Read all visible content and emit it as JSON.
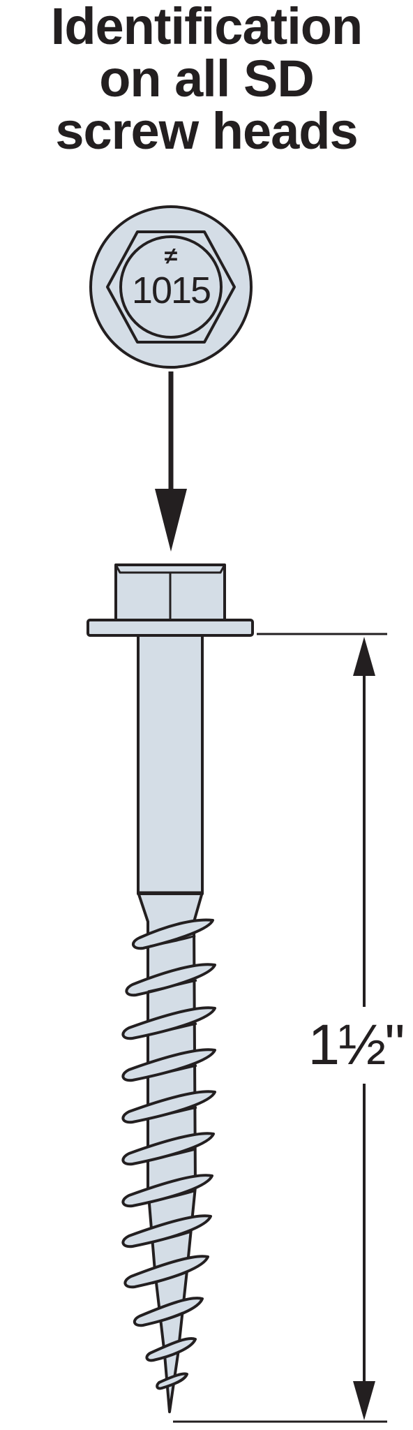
{
  "heading": {
    "line1": "Identification",
    "line2": "on all SD",
    "line3": "screw heads"
  },
  "head_stamp": {
    "symbol": "≠",
    "code": "1015"
  },
  "dimension": {
    "length_label": "1½\""
  },
  "colors": {
    "ink": "#231f20",
    "metal": "#d4dde6",
    "background": "#ffffff"
  }
}
